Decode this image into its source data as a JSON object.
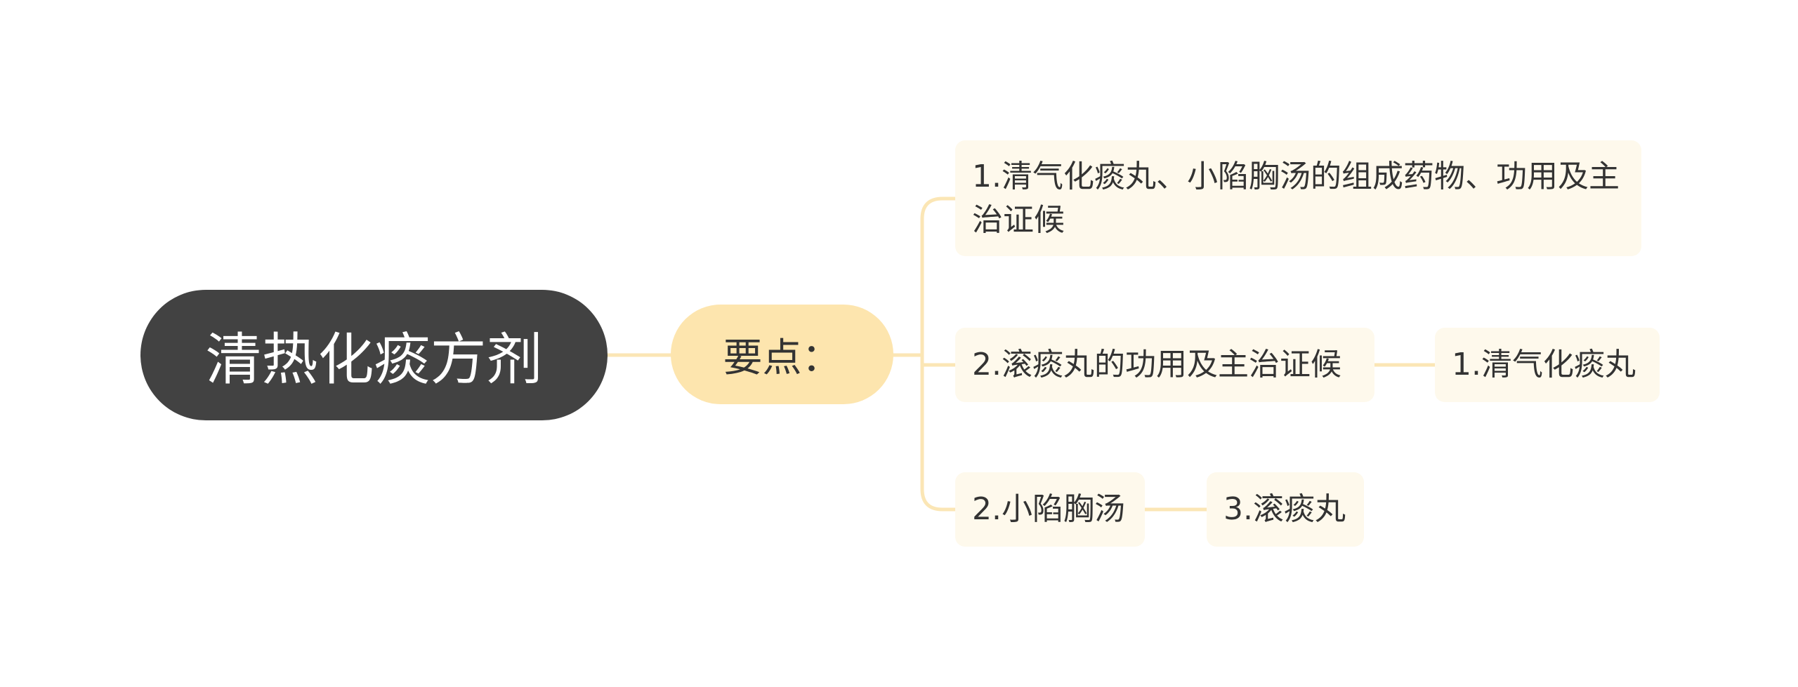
{
  "colors": {
    "root_fill": "#424242",
    "root_text": "#ffffff",
    "level1_fill": "#fde5ae",
    "leaf_fill": "#fef9ec",
    "connector": "#fbe6b5",
    "text": "#333333"
  },
  "mindmap": {
    "root": {
      "label": "清热化痰方剂"
    },
    "branch": {
      "label": "要点：",
      "children": [
        {
          "label": "1.清气化痰丸、小陷胸汤的组成药物、功用及主治证候"
        },
        {
          "label": "2.滚痰丸的功用及主治证候",
          "child": {
            "label": "1.清气化痰丸"
          }
        },
        {
          "label": "2.小陷胸汤",
          "child": {
            "label": "3.滚痰丸"
          }
        }
      ]
    }
  }
}
